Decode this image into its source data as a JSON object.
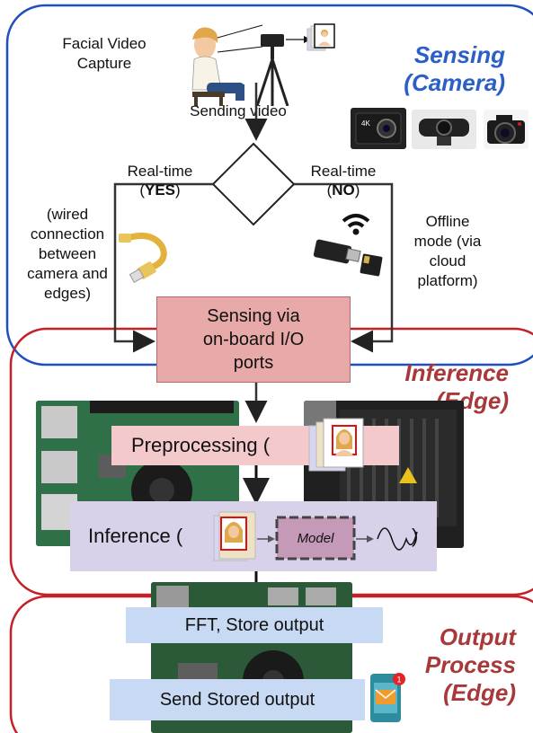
{
  "sensing": {
    "title_line1": "Sensing",
    "title_line2": "(Camera)",
    "capture_line1": "Facial Video",
    "capture_line2": "Capture",
    "sending_video": "Sending video",
    "realtime_yes_prefix": "Real-time",
    "realtime_yes_value": "YES",
    "realtime_no_prefix": "Real-time",
    "realtime_no_value": "NO",
    "wired_note": [
      "(wired",
      "connection",
      "between",
      "camera and",
      "edges)"
    ],
    "offline_note": [
      "Offline",
      "mode (via",
      "cloud",
      "platform)"
    ],
    "camera_badge": "4K"
  },
  "io_box": {
    "lines": [
      "Sensing via",
      "on-board I/O",
      "ports"
    ]
  },
  "inference": {
    "title_line1": "Inference",
    "title_line2": "(Edge)",
    "preprocessing_label": "Preprocessing (",
    "preprocessing_close": ")",
    "inference_label": "Inference (",
    "inference_close": ")",
    "model_label": "Model"
  },
  "output": {
    "title_line1": "Output",
    "title_line2": "Process",
    "title_line3": "(Edge)",
    "fft_label": "FFT, Store output",
    "send_label": "Send Stored output",
    "notification_count": "1"
  },
  "colors": {
    "sensing_border": "#1f4fbf",
    "sensing_title": "#2b5fc7",
    "edge_border": "#c42027",
    "edge_title": "#a8383a",
    "io_fill": "#e8a9a9",
    "io_border": "#b26b6b",
    "preprocessing_fill": "#f4c9cc",
    "inference_fill": "#d9d0ea",
    "output_fill": "#c7d9f3",
    "model_fill": "#c59ab9"
  }
}
